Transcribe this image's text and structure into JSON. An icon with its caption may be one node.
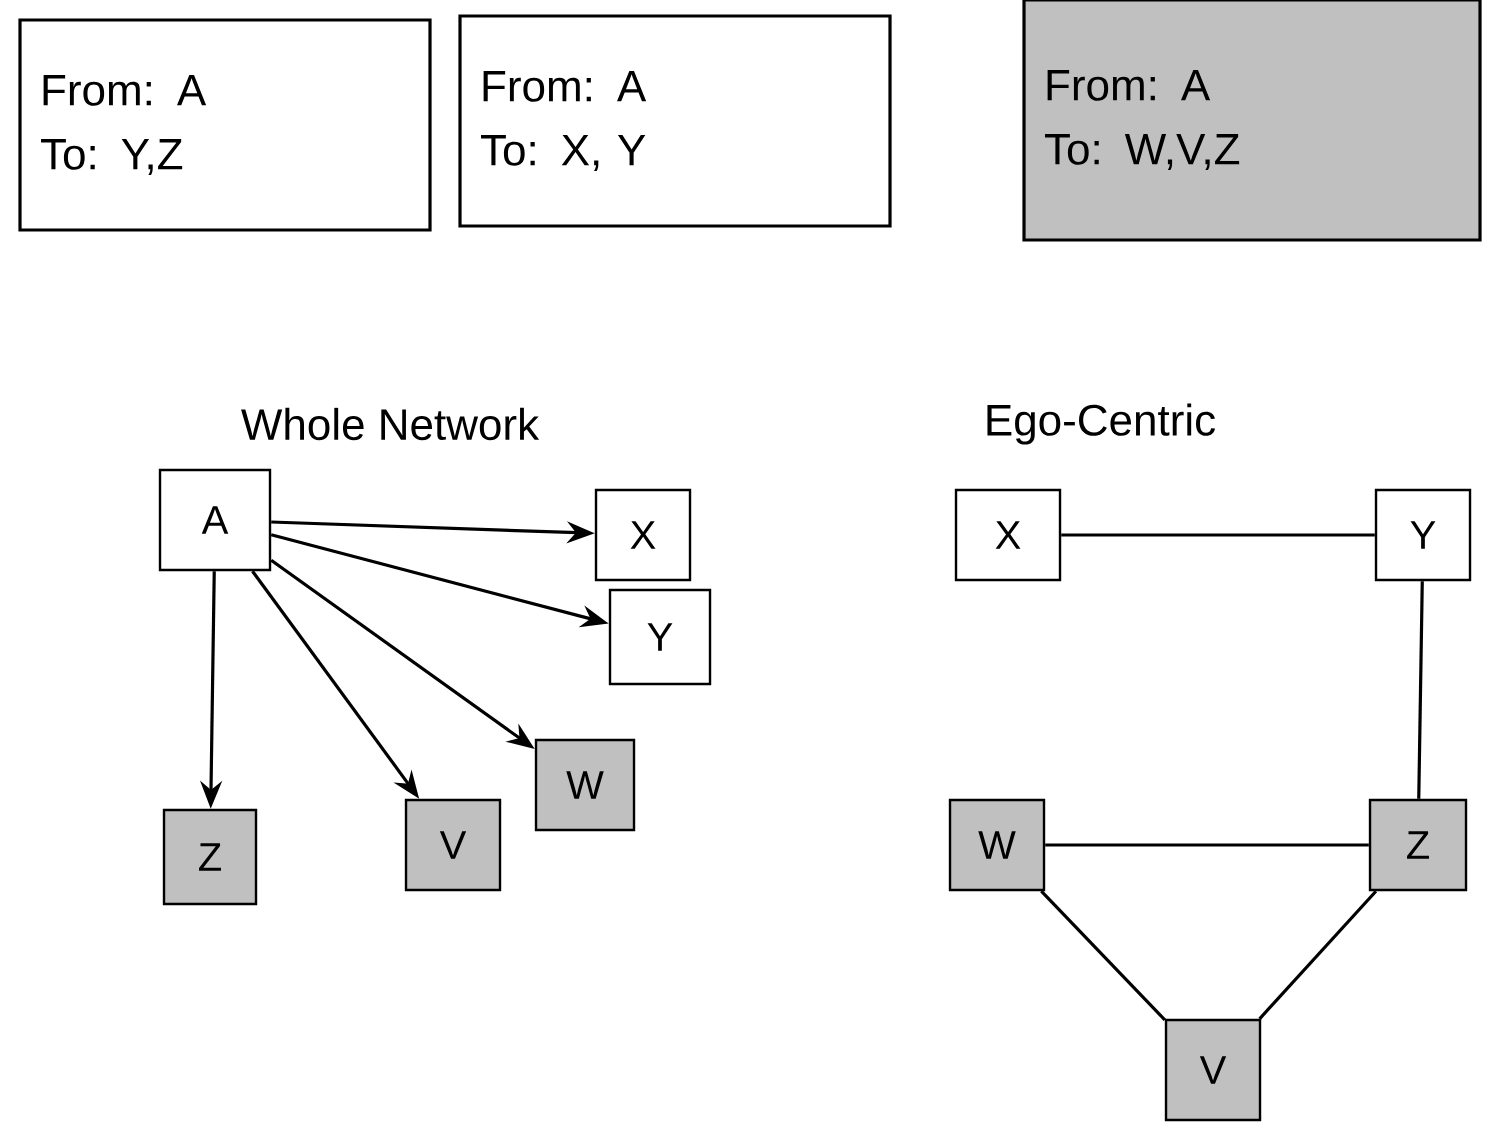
{
  "diagram": {
    "nodes": [
      {
        "text": [
          "From: A",
          "To: Y,Z"
        ]
      },
      {
        "text": [
          "From: A",
          "To: X, Y"
        ]
      },
      {
        "text": [
          "From: A",
          "To: W,V,Z"
        ]
      },
      {
        "text": [
          "A"
        ]
      },
      {
        "text": [
          "X"
        ]
      },
      {
        "text": [
          "Y"
        ]
      },
      {
        "text": [
          "Z"
        ]
      },
      {
        "text": [
          "V"
        ]
      },
      {
        "text": [
          "W"
        ]
      },
      {
        "text": [
          "X"
        ]
      },
      {
        "text": [
          "Y"
        ]
      },
      {
        "text": [
          "W"
        ]
      },
      {
        "text": [
          "Z"
        ]
      },
      {
        "text": [
          "V"
        ]
      }
    ],
    "edges": [
      {
        "from": 3,
        "to": 4,
        "arrow": "to"
      },
      {
        "from": 3,
        "to": 5,
        "arrow": "to"
      },
      {
        "from": 3,
        "to": 6,
        "arrow": "to"
      },
      {
        "from": 3,
        "to": 7,
        "arrow": "to"
      },
      {
        "from": 3,
        "to": 8,
        "arrow": "to"
      },
      {
        "from": 9,
        "to": 10,
        "arrow": "none"
      },
      {
        "from": 10,
        "to": 12,
        "arrow": "none"
      },
      {
        "from": 11,
        "to": 12,
        "arrow": "none"
      },
      {
        "from": 11,
        "to": 13,
        "arrow": "none"
      },
      {
        "from": 12,
        "to": 13,
        "arrow": "none"
      }
    ],
    "labels": [
      "Whole Network",
      "Ego-Centric"
    ]
  }
}
